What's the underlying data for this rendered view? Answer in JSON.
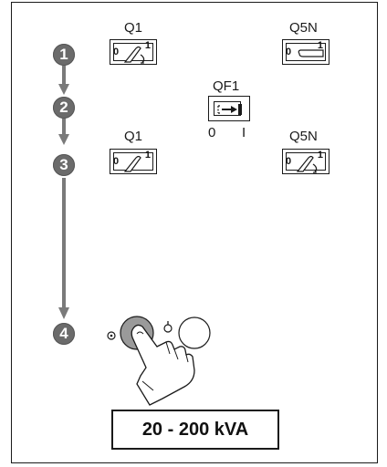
{
  "steps": [
    "1",
    "2",
    "3",
    "4"
  ],
  "labels": {
    "q1_top": "Q1",
    "q5n_top": "Q5N",
    "qf1": "QF1",
    "q1_bottom": "Q1",
    "q5n_bottom": "Q5N",
    "qf1_off": "0",
    "qf1_on": "I"
  },
  "switch_marks": {
    "zero": "0",
    "one": "1"
  },
  "rating": "20 - 200 kVA",
  "colors": {
    "step_fill": "#6b6b6b",
    "arrow": "#7a7a7a",
    "line": "#1a1a1a"
  }
}
